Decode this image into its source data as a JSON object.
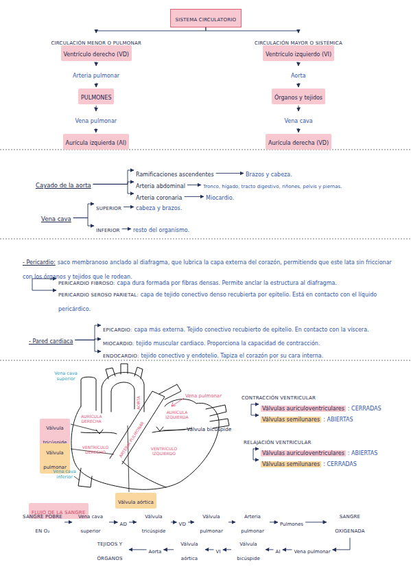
{
  "diagram": {
    "nodes": [
      {
        "text": [
          "SISTEMA CIRCULATORIO"
        ]
      },
      {
        "text": [
          "CIRCULACIÓN MENOR O PULMONAR"
        ]
      },
      {
        "text": [
          "Ventrículo derecho (VD)"
        ]
      },
      {
        "text": [
          "Arteria pulmonar"
        ]
      },
      {
        "text": [
          "PULMONES"
        ]
      },
      {
        "text": [
          "Vena pulmonar"
        ]
      },
      {
        "text": [
          "Aurícula izquierda (AI)"
        ]
      },
      {
        "text": [
          "CIRCULACIÓN MAYOR O SISTÉMICA"
        ]
      },
      {
        "text": [
          "Ventrículo izquierdo (VI)"
        ]
      },
      {
        "text": [
          "Aorta"
        ]
      },
      {
        "text": [
          "Órganos y tejidos"
        ]
      },
      {
        "text": [
          "Vena cava"
        ]
      },
      {
        "text": [
          "Aurícula derecha (VD)"
        ]
      },
      {
        "text": [
          "Cayado de la aorta"
        ]
      },
      {
        "text": [
          "Ramificaciones ascendentes"
        ]
      },
      {
        "text": [
          "Brazos y cabeza."
        ]
      },
      {
        "text": [
          "Arteria abdominal"
        ]
      },
      {
        "text": [
          "Tronco, hígado, tracto digestivo, riñones, pelvis y piernas."
        ]
      },
      {
        "text": [
          "Arteria coronaria"
        ]
      },
      {
        "text": [
          "Miocardio."
        ]
      },
      {
        "text": [
          "Vena cava"
        ]
      },
      {
        "text": [
          "SUPERIOR"
        ]
      },
      {
        "text": [
          "cabeza y brazos."
        ]
      },
      {
        "text": [
          "INFERIOR"
        ]
      },
      {
        "text": [
          "resto del organismo."
        ]
      },
      {
        "text": [
          "- Pericardio:",
          "saco membranoso anclado al diafragma, que lubrica la capa externa del corazón, permitiendo que este lata sin friccionar con los órganos y tejidos que le rodean."
        ]
      },
      {
        "text": [
          "PERICARDIO FIBROSO:",
          "capa dura formada por fibras densas. Permite anclar la estructura al diafragma."
        ]
      },
      {
        "text": [
          "PERICARDIO SEROSO PARIETAL:",
          "capa de tejido conectivo denso recubierta por epitelio. Está en contacto con el líquido pericárdico."
        ]
      },
      {
        "text": [
          "- Pared cardiaca"
        ]
      },
      {
        "text": [
          "EPICARDIO:",
          "capa más externa. Tejido conectivo recubierto de epitelio. En contacto con la víscera."
        ]
      },
      {
        "text": [
          "MIOCARDIO:",
          "tejido muscular cardiaco. Proporciona la capacidad de contracción."
        ]
      },
      {
        "text": [
          "ENDOCARDIO:",
          "tejido conectivo y endotelio. Tapiza el corazón por su cara interna."
        ]
      },
      {
        "text": [
          "Válvula tricúspide"
        ]
      },
      {
        "text": [
          "Válvula pulmonar"
        ]
      },
      {
        "text": [
          "Válvula aórtica"
        ]
      },
      {
        "text": [
          "CONTRACCIÓN VENTRICULAR"
        ]
      },
      {
        "text": [
          "Válvulas auriculoventriculares",
          ": CERRADAS"
        ]
      },
      {
        "text": [
          "Válvulas semilunares",
          ": ABIERTAS"
        ]
      },
      {
        "text": [
          "RELAJACIÓN VENTRICULAR"
        ]
      },
      {
        "text": [
          "Válvulas auriculoventriculares",
          ": ABIERTAS"
        ]
      },
      {
        "text": [
          "Válvulas semilunares",
          ": CERRADAS"
        ]
      },
      {
        "text": [
          "FLUJO DE LA SANGRE"
        ]
      },
      {
        "text": [
          "SANGRE POBRE EN O₂"
        ]
      },
      {
        "text": [
          "Vena cava superior"
        ]
      },
      {
        "text": [
          "AD"
        ]
      },
      {
        "text": [
          "Válvula tricúspide"
        ]
      },
      {
        "text": [
          "VD"
        ]
      },
      {
        "text": [
          "Válvula pulmonar"
        ]
      },
      {
        "text": [
          "Arteria pulmonar"
        ]
      },
      {
        "text": [
          "Pulmones"
        ]
      },
      {
        "text": [
          "SANGRE OXIGENADA"
        ]
      },
      {
        "text": [
          "Vena pulmonar"
        ]
      },
      {
        "text": [
          "AI"
        ]
      },
      {
        "text": [
          "Válvula bicúspide"
        ]
      },
      {
        "text": [
          "VI"
        ]
      },
      {
        "text": [
          "Válvula aórtica"
        ]
      },
      {
        "text": [
          "Aorta"
        ]
      },
      {
        "text": [
          "TEJIDOS Y ÓRGANOS"
        ]
      }
    ],
    "edges": [
      {
        "from": 0,
        "to": 1,
        "arrow": "to"
      },
      {
        "from": 0,
        "to": 7,
        "arrow": "to"
      },
      {
        "from": 2,
        "to": 3,
        "arrow": "to"
      },
      {
        "from": 3,
        "to": 4,
        "arrow": "to"
      },
      {
        "from": 4,
        "to": 5,
        "arrow": "to"
      },
      {
        "from": 5,
        "to": 6,
        "arrow": "to"
      },
      {
        "from": 8,
        "to": 9,
        "arrow": "to"
      },
      {
        "from": 9,
        "to": 10,
        "arrow": "to"
      },
      {
        "from": 10,
        "to": 11,
        "arrow": "to"
      },
      {
        "from": 11,
        "to": 12,
        "arrow": "to"
      },
      {
        "from": 13,
        "to": 14,
        "arrow": "to"
      },
      {
        "from": 13,
        "to": 16,
        "arrow": "to"
      },
      {
        "from": 13,
        "to": 18,
        "arrow": "to"
      },
      {
        "from": 14,
        "to": 15,
        "arrow": "to"
      },
      {
        "from": 16,
        "to": 17,
        "arrow": "to"
      },
      {
        "from": 18,
        "to": 19,
        "arrow": "to"
      },
      {
        "from": 20,
        "to": 21,
        "arrow": "to"
      },
      {
        "from": 20,
        "to": 23,
        "arrow": "to"
      },
      {
        "from": 21,
        "to": 22,
        "arrow": "to"
      },
      {
        "from": 23,
        "to": 24,
        "arrow": "to"
      },
      {
        "from": 25,
        "to": 26,
        "arrow": "to"
      },
      {
        "from": 25,
        "to": 27,
        "arrow": "to"
      },
      {
        "from": 28,
        "to": 29,
        "arrow": "to"
      },
      {
        "from": 28,
        "to": 30,
        "arrow": "to"
      },
      {
        "from": 28,
        "to": 31,
        "arrow": "to"
      },
      {
        "from": 35,
        "to": 36,
        "arrow": "to"
      },
      {
        "from": 35,
        "to": 37,
        "arrow": "to"
      },
      {
        "from": 38,
        "to": 39,
        "arrow": "to"
      },
      {
        "from": 38,
        "to": 40,
        "arrow": "to"
      },
      {
        "from": 42,
        "to": 43,
        "arrow": "to"
      },
      {
        "from": 43,
        "to": 44,
        "arrow": "to"
      },
      {
        "from": 44,
        "to": 45,
        "arrow": "to"
      },
      {
        "from": 45,
        "to": 46,
        "arrow": "to"
      },
      {
        "from": 46,
        "to": 47,
        "arrow": "to"
      },
      {
        "from": 47,
        "to": 48,
        "arrow": "to"
      },
      {
        "from": 48,
        "to": 49,
        "arrow": "to"
      },
      {
        "from": 49,
        "to": 50,
        "arrow": "to"
      },
      {
        "from": 50,
        "to": 51,
        "arrow": "to"
      },
      {
        "from": 51,
        "to": 52,
        "arrow": "to"
      },
      {
        "from": 52,
        "to": 53,
        "arrow": "to"
      },
      {
        "from": 53,
        "to": 54,
        "arrow": "to"
      },
      {
        "from": 54,
        "to": 55,
        "arrow": "to"
      },
      {
        "from": 55,
        "to": 56,
        "arrow": "to"
      },
      {
        "from": 56,
        "to": 57,
        "arrow": "to"
      }
    ],
    "labels": [
      "Vena cava superior",
      "AORTA",
      "AURÍCULA DERECHA",
      "ARTERIA PULMONAR",
      "AURÍCULA IZQUIERDA",
      "Vena pulmonar",
      "Válvula bicúspide",
      "VENTRÍCULO DERECHO",
      "VENTRÍCULO IZQUIERDO",
      "Vena cava inferior"
    ]
  }
}
